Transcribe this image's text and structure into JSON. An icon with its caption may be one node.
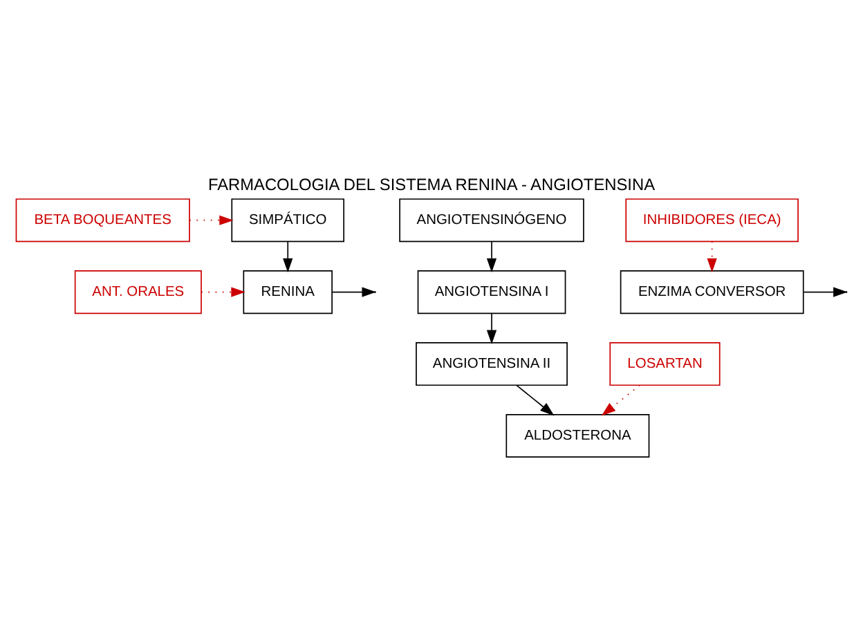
{
  "diagram": {
    "title": "FARMACOLOGIA DEL SISTEMA RENINA - ANGIOTENSINA",
    "nodes": [
      {
        "text": [
          "SIMPÁTICO"
        ]
      },
      {
        "text": [
          "BETA BOQUEANTES"
        ]
      },
      {
        "text": [
          "ANGIOTENSINÓGENO"
        ]
      },
      {
        "text": [
          "ANT. ORALES"
        ]
      },
      {
        "text": [
          "RENINA"
        ]
      },
      {
        "text": [
          "ANGIOTENSINA I"
        ]
      },
      {
        "text": [
          "ENZIMA CONVERSOR"
        ]
      },
      {
        "text": [
          "ANGIOTENSINA II"
        ]
      },
      {
        "text": [
          "INHIBIDORES (IECA)"
        ]
      },
      {
        "text": [
          "ALDOSTERONA"
        ]
      },
      {
        "text": [
          "LOSARTAN"
        ]
      }
    ],
    "edges": [
      {
        "from": 1,
        "to": 0,
        "arrow": "to",
        "style": "dashed",
        "color": "#cc0000"
      },
      {
        "from": 0,
        "to": 4,
        "arrow": "to"
      },
      {
        "from": 3,
        "to": 4,
        "arrow": "to",
        "style": "dashed",
        "color": "#cc0000"
      },
      {
        "from": 2,
        "to": 5,
        "arrow": "to"
      },
      {
        "from": 4,
        "to": null,
        "arrow": "to"
      },
      {
        "from": 5,
        "to": 7,
        "arrow": "to"
      },
      {
        "from": 6,
        "to": null,
        "arrow": "to"
      },
      {
        "from": 8,
        "to": 6,
        "arrow": "to",
        "style": "dashed",
        "color": "#cc0000"
      },
      {
        "from": 7,
        "to": 9,
        "arrow": "to"
      },
      {
        "from": 10,
        "to": 9,
        "arrow": "to",
        "style": "dashed",
        "color": "#cc0000"
      }
    ]
  }
}
